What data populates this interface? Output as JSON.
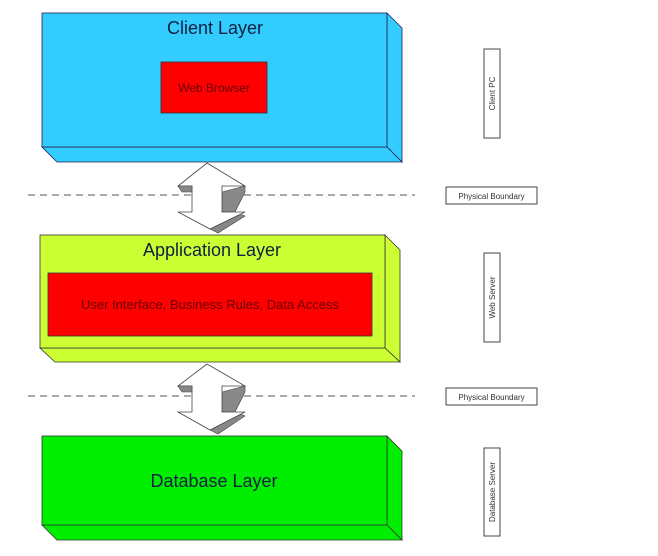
{
  "layers": [
    {
      "title": "Client Layer",
      "inner": "Web Browser",
      "color": "#33ccff"
    },
    {
      "title": "Application Layer",
      "inner": "User Interface, Business Rules, Data Access",
      "color": "#ccff33"
    },
    {
      "title": "Database Layer",
      "color": "#00ee00"
    }
  ],
  "inner_color": "#ff0000",
  "boundaries": [
    "Physical Boundary",
    "Physical Boundary"
  ],
  "tiers": [
    "Client PC",
    "Web Server",
    "Database Server"
  ]
}
